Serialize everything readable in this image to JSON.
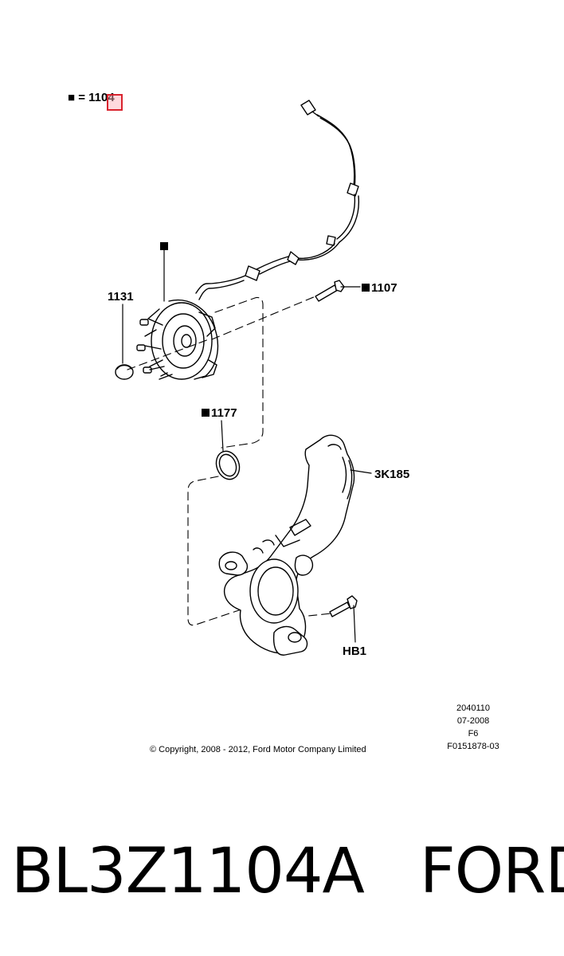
{
  "legend": {
    "symbol": "■",
    "text": "= 1104"
  },
  "callouts": {
    "hub_marker": "■",
    "cap": "1131",
    "bolt": "1107",
    "ring": "1177",
    "knuckle": "3K185",
    "hub_bolt": "HB1"
  },
  "copyright": "© Copyright, 2008 - 2012, Ford Motor Company Limited",
  "meta_lines": [
    "2040110",
    "07-2008",
    "F6",
    "F0151878-03"
  ],
  "part_number": "BL3Z1104A",
  "brand": "FORD",
  "highlight_color": "#d9232e"
}
